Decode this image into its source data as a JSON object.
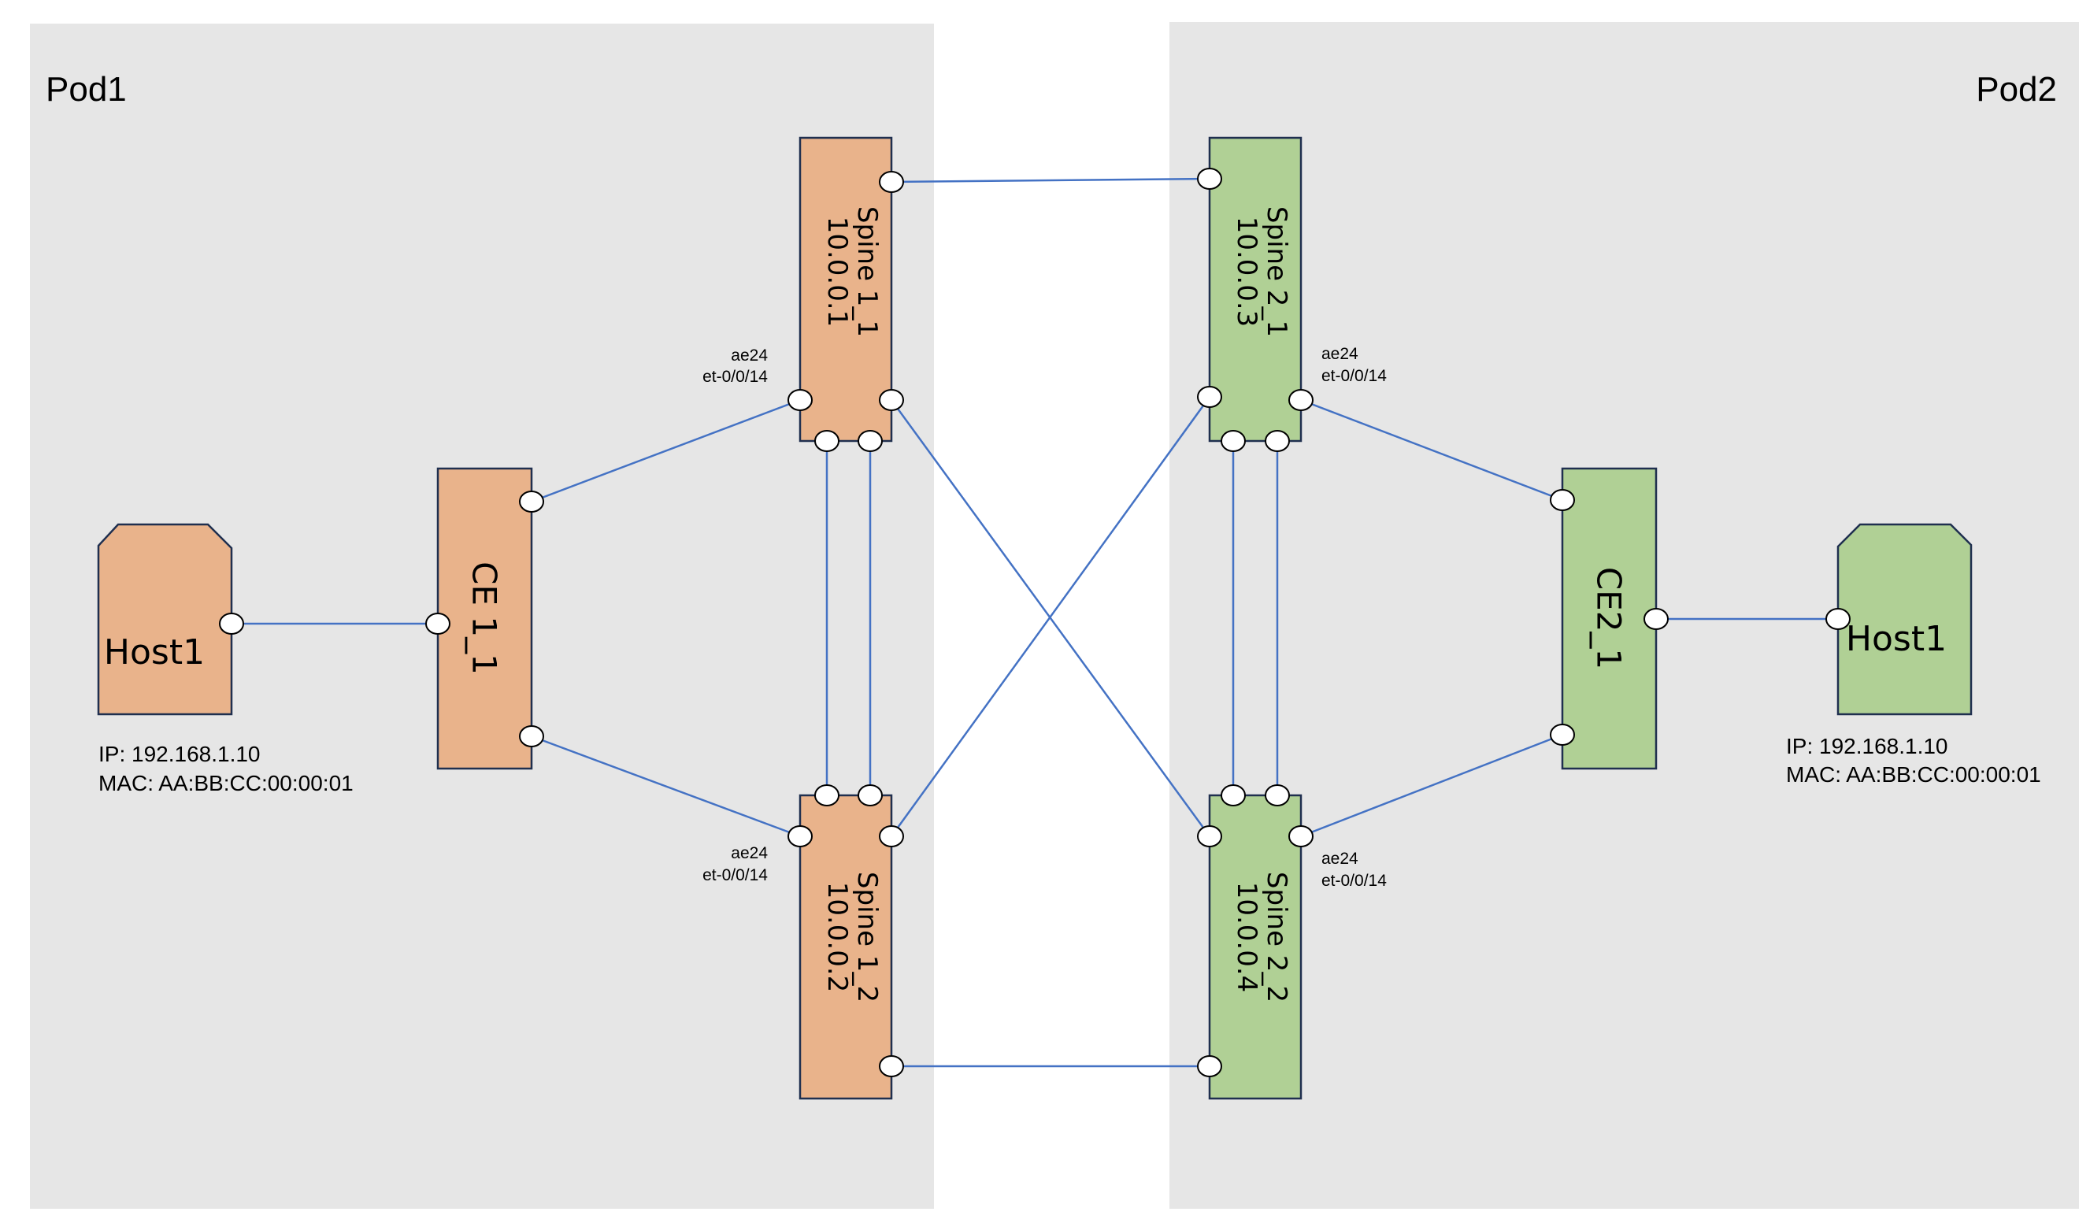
{
  "colors": {
    "pod_background": "#e6e6e6",
    "pod1_node_fill": "#e9b38b",
    "pod2_node_fill": "#b0d095",
    "link_color": "#4472c4"
  },
  "pods": [
    {
      "label": "Pod1"
    },
    {
      "label": "Pod2"
    }
  ],
  "nodes": {
    "host_1": {
      "label": "Host1",
      "ip": "IP: 192.168.1.10",
      "mac": "MAC: AA:BB:CC:00:00:01"
    },
    "host_2": {
      "label": "Host1",
      "ip": "IP: 192.168.1.10",
      "mac": "MAC: AA:BB:CC:00:00:01"
    },
    "ce_1": {
      "label": "CE 1_1"
    },
    "ce_2": {
      "label": "CE2_1"
    },
    "spine_1_1": {
      "name": "Spine 1_1",
      "ip": "10.0.0.1"
    },
    "spine_1_2": {
      "name": "Spine 1_2",
      "ip": "10.0.0.2"
    },
    "spine_2_1": {
      "name": "Spine 2_1",
      "ip": "10.0.0.3"
    },
    "spine_2_2": {
      "name": "Spine 2_2",
      "ip": "10.0.0.4"
    }
  },
  "interfaces": {
    "spine_1_1": {
      "ae": "ae24",
      "et": "et-0/0/14"
    },
    "spine_1_2": {
      "ae": "ae24",
      "et": "et-0/0/14"
    },
    "spine_2_1": {
      "ae": "ae24",
      "et": "et-0/0/14"
    },
    "spine_2_2": {
      "ae": "ae24",
      "et": "et-0/0/14"
    }
  }
}
